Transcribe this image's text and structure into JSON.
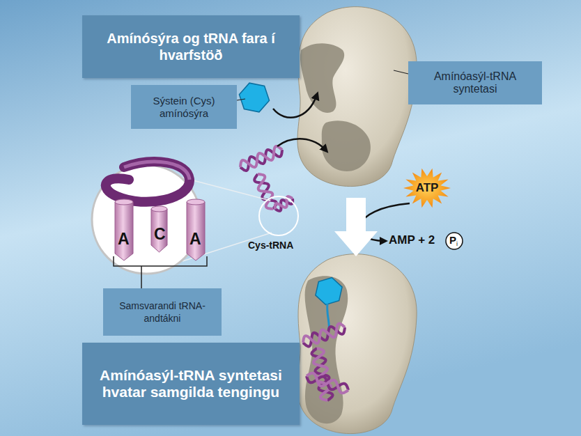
{
  "diagram": {
    "nodes": [
      {
        "text": [
          "Amínósýra og tRNA fara í hvarfstöð"
        ]
      },
      {
        "text": [
          "Amínóasýl-tRNA syntetasi"
        ]
      },
      {
        "text": [
          "Sýstein (Cys) amínósýra"
        ]
      },
      {
        "text": [
          "ATP"
        ]
      },
      {
        "text": [
          "Samsvarandi tRNA-andtákni"
        ]
      },
      {
        "text": [
          "Amínóasýl-tRNA syntetasi hvatar samgilda tengingu"
        ]
      }
    ],
    "labels": [
      "A",
      "C",
      "A",
      "Cys-tRNA",
      "AMP + 2",
      "P",
      "i"
    ]
  }
}
